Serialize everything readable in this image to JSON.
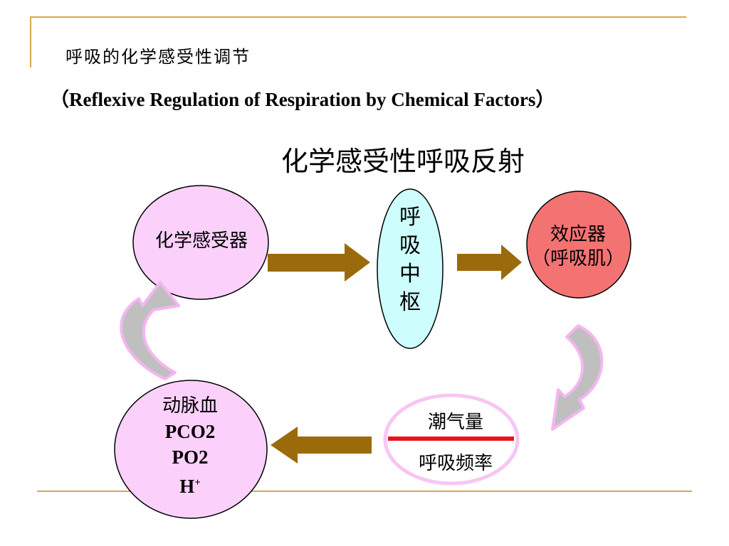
{
  "slide": {
    "title_cn": "呼吸的化学感受性调节",
    "title_en": "（Reflexive Regulation of  Respiration by Chemical Factors）",
    "diagram_heading": "化学感受性呼吸反射"
  },
  "nodes": {
    "chemoreceptor": "化学感受器",
    "respiratory_center": [
      "呼",
      "吸",
      "中",
      "枢"
    ],
    "effector_line1": "效应器",
    "effector_line2": "（呼吸肌）",
    "arterial_blood": {
      "line1": "动脉血",
      "line2": "PCO2",
      "line3": "PO2",
      "line4": "H",
      "line4_sup": "+"
    },
    "ventilation": {
      "tidal_volume": "潮气量",
      "respiratory_rate": "呼吸频率"
    }
  },
  "colors": {
    "rule": "#d4a94a",
    "arrow_brown": "#9b6a0a",
    "chemoreceptor_fill": "#fbd1fb",
    "center_fill": "#cdfdfd",
    "effector_fill": "#f37373",
    "blood_fill": "#fbd1fb",
    "ventilation_divider": "#e8141c",
    "ventilation_border": "#f7c6f4",
    "curved_arrow_fill": "#bfbfbf",
    "curved_arrow_stroke": "#f5b6f0"
  }
}
